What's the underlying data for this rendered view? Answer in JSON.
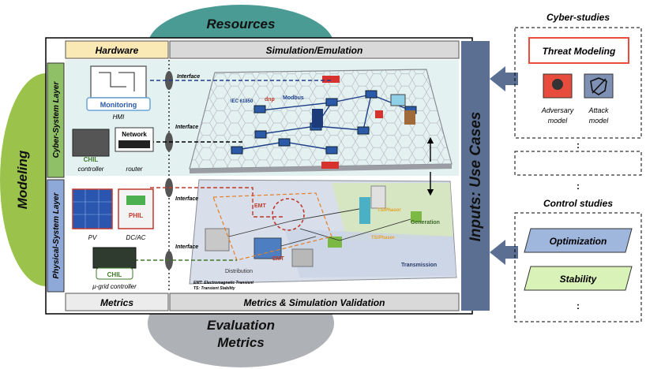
{
  "ellipses": {
    "top": "Resources",
    "left": "Modeling",
    "bottom_line1": "Evaluation",
    "bottom_line2": "Metrics"
  },
  "headers": {
    "hardware": "Hardware",
    "simulation": "Simulation/Emulation",
    "metrics": "Metrics",
    "validation": "Metrics & Simulation Validation"
  },
  "layers": {
    "cyber": "Cyber-System Layer",
    "physical": "Physical-System Layer"
  },
  "hardware": {
    "monitoring": "Monitoring",
    "hmi": "HMI",
    "chil_top": "CHIL",
    "network": "Network",
    "controller": "controller",
    "router": "router",
    "pv": "PV",
    "phil": "PHIL",
    "dcac": "DC/AC",
    "chil_bottom": "CHIL",
    "ugrid": "μ-grid controller"
  },
  "interfaces": [
    "Interface",
    "Interface",
    "Interface",
    "Interface"
  ],
  "protocols": [
    "IEC 61850",
    "dnp",
    "Modbus"
  ],
  "power_labels": {
    "emt1": "EMT",
    "emt2": "EMT",
    "ts1": "TS/Phasor",
    "ts2": "TS/Phasor",
    "generation": "Generation",
    "transmission": "Transmission",
    "distribution": "Distribution",
    "legend1": "EMT: Electromagnetic Transient",
    "legend2": "TS: Transient Stability"
  },
  "inputs_bar": "Inputs: Use Cases",
  "cyber_studies": {
    "title": "Cyber-studies",
    "threat": "Threat Modeling",
    "adversary1": "Adversary",
    "adversary2": "model",
    "attack1": "Attack",
    "attack2": "model",
    "ellipsis": ":"
  },
  "control_studies": {
    "title": "Control studies",
    "optimization": "Optimization",
    "stability": "Stability",
    "ellipsis_top": ":",
    "ellipsis_bottom": ":"
  },
  "colors": {
    "teal": "#4a9b94",
    "green": "#9bc24a",
    "gray": "#aeb1b5",
    "hardware_header": "#fbe9b5",
    "sim_header": "#d9d9d9",
    "cyber_bg": "#e4f1f1",
    "cyber_bar": "#8fbf67",
    "physical_bar": "#8ea9d8",
    "inputs_bar": "#5b6f92",
    "threat_red": "#e74c3c",
    "optimization": "#9fb6dd",
    "stability": "#d9f2b8"
  }
}
